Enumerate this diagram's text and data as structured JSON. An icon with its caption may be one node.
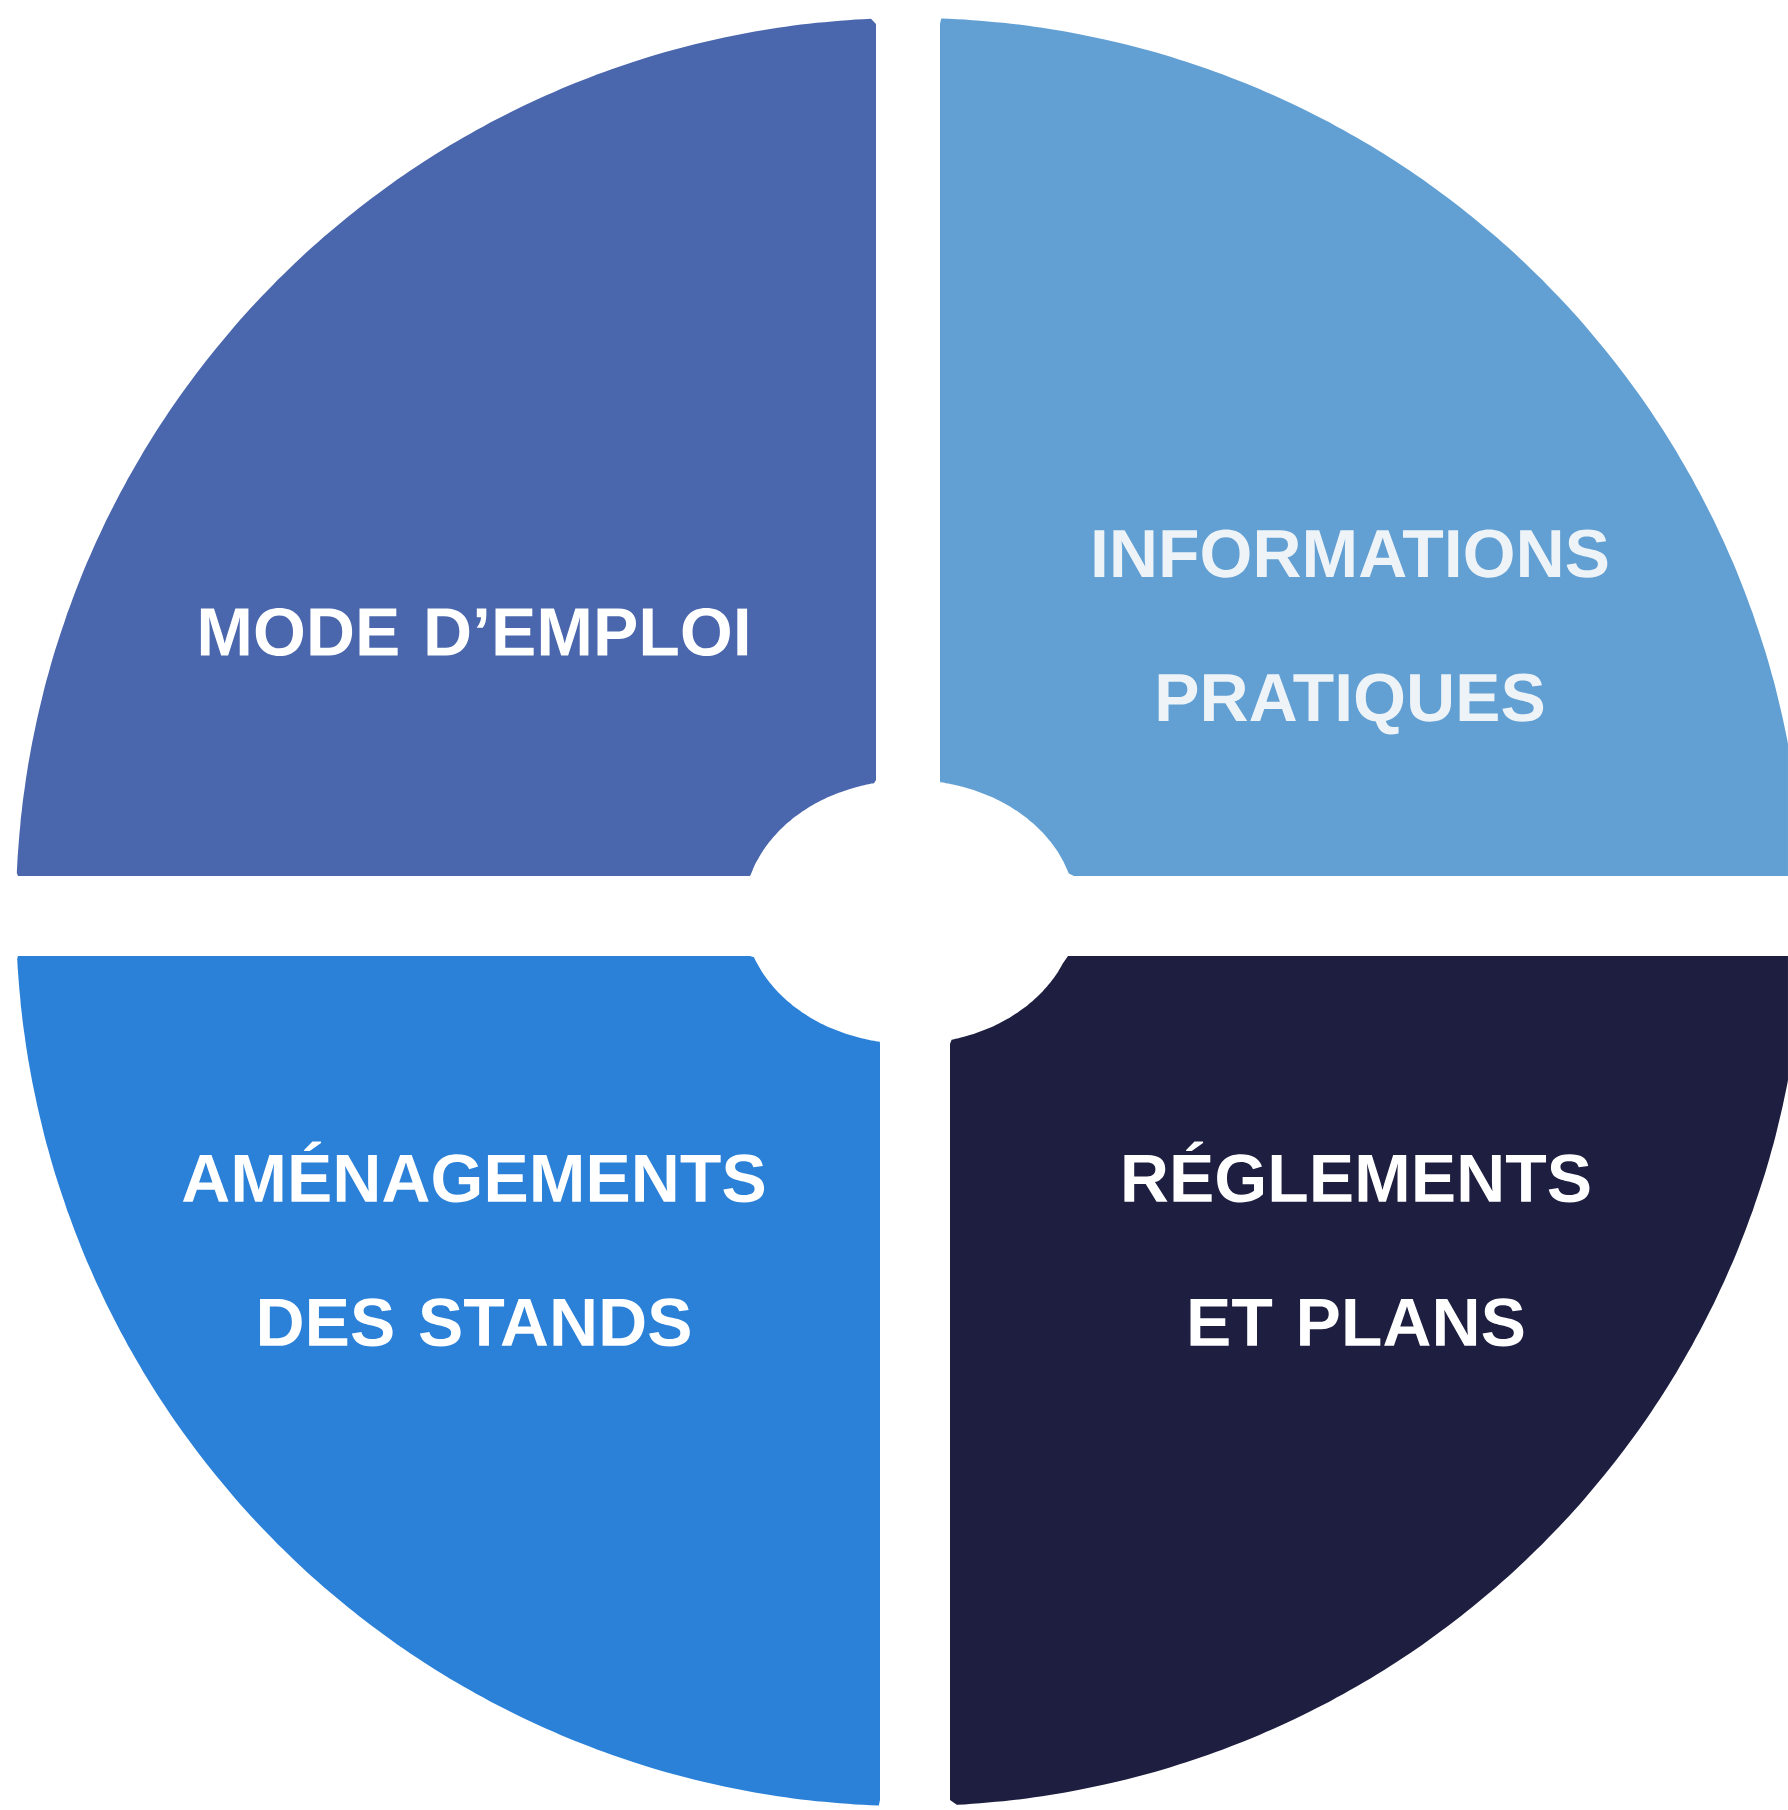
{
  "diagram": {
    "nodes": [
      {
        "text": [
          "MODE D’EMPLOI"
        ]
      },
      {
        "text": [
          "INFORMATIONS PRATIQUES"
        ]
      },
      {
        "text": [
          "AMÉNAGEMENTS DES STANDS"
        ]
      },
      {
        "text": [
          "RÉGLEMENTS ET PLANS"
        ]
      }
    ]
  }
}
